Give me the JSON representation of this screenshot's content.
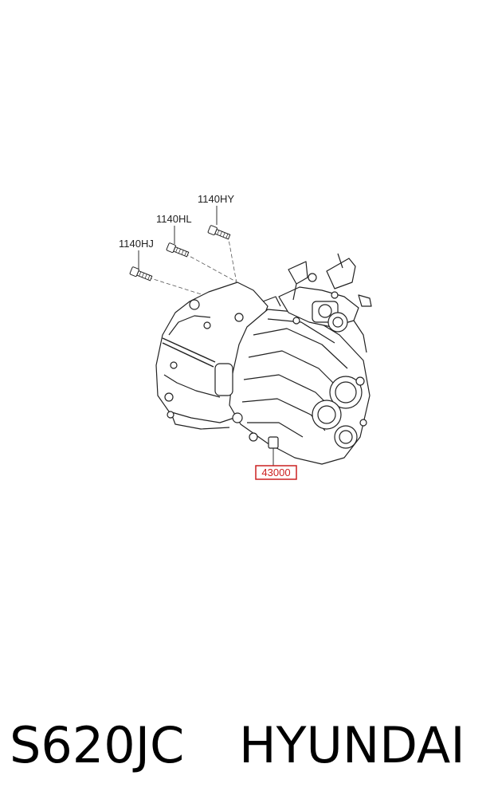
{
  "callouts": {
    "bolt_hy": "1140HY",
    "bolt_hl": "1140HL",
    "bolt_hj": "1140HJ",
    "assembly": "43000"
  },
  "footer": {
    "code": "S620JC",
    "brand": "HYUNDAI"
  },
  "colors": {
    "highlight": "#cc2020",
    "line": "#333333"
  }
}
